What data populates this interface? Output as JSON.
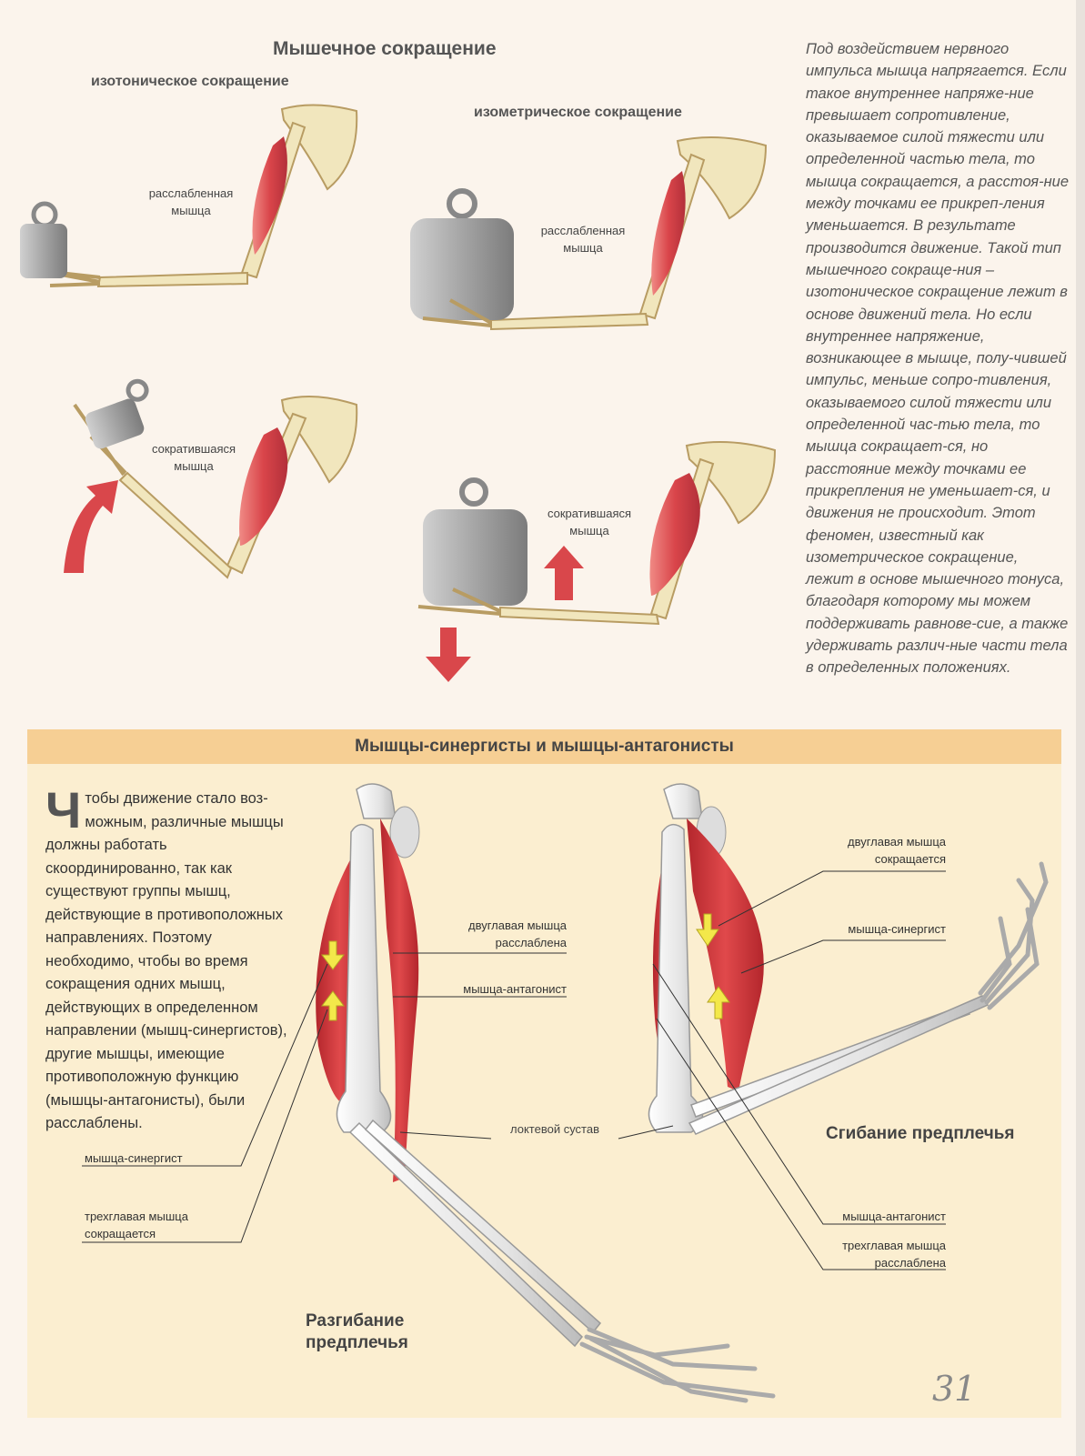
{
  "top": {
    "title": "Мышечное сокращение",
    "isotonic_title": "изотоническое сокращение",
    "isometric_title": "изометрическое сокращение",
    "relaxed_label_1": "расслабленная\nмышца",
    "relaxed_label_2": "расслабленная\nмышца",
    "contracted_label_1": "сократившаяся\nмышца",
    "contracted_label_2": "сократившаяся\nмышца",
    "description": "Под воздействием нервного импульса мышца напрягается. Если такое внутреннее напряже-ние превышает сопротивление, оказываемое силой тяжести или определенной частью тела, то мышца сокращается, а расстоя-ние между точками ее прикреп-ления уменьшается. В результате производится движение. Такой тип мышечного сокраще-ния – изотоническое сокращение лежит в основе движений тела. Но если внутреннее напряжение, возникающее в мышце, полу-чившей импульс, меньше сопро-тивления, оказываемого силой тяжести или определенной час-тью тела, то мышца сокращает-ся, но расстояние между точками ее прикрепления не уменьшает-ся, и движения не происходит. Этот феномен, известный как изометрическое сокращение, лежит в основе мышечного тонуса, благодаря которому мы можем поддерживать равнове-сие, а также удерживать различ-ные части тела в определенных положениях."
  },
  "section": {
    "title": "Мышцы-синергисты и мышцы-антагонисты",
    "intro_first_letter": "Ч",
    "intro_rest": "тобы движение стало воз-можным, различные мышцы должны работать скоординированно, так как существуют группы мышц, действующие в противоположных направлениях. Поэтому необходимо, чтобы во время сокращения одних мышц, действующих в определенном направлении (мышц-синергистов), другие мышцы, имеющие противоположную функцию (мышцы-антагонисты), были расслаблены.",
    "labels": {
      "biceps_relaxed": "двуглавая мышца\nрасслаблена",
      "antagonist_left": "мышца-антагонист",
      "elbow_joint": "локтевой сустав",
      "synergist_left": "мышца-синергист",
      "triceps_contracts": "трехглавая мышца\nсокращается",
      "biceps_contracts": "двуглавая мышца\nсокращается",
      "synergist_right": "мышца-синергист",
      "antagonist_right": "мышца-антагонист",
      "triceps_relaxed": "трехглавая мышца\nрасслаблена"
    },
    "extension_caption": "Разгибание\nпредплечья",
    "flexion_caption": "Сгибание предплечья"
  },
  "page_number": "31",
  "colors": {
    "bone": "#f1e6bd",
    "bone_outline": "#b89c63",
    "muscle": "#d9454a",
    "weight": "#9a9a9a",
    "arrow_red": "#d9474b",
    "arrow_yellow": "#f3e84a",
    "section_bg": "#fbeed0",
    "section_bar": "#f6cf94"
  }
}
